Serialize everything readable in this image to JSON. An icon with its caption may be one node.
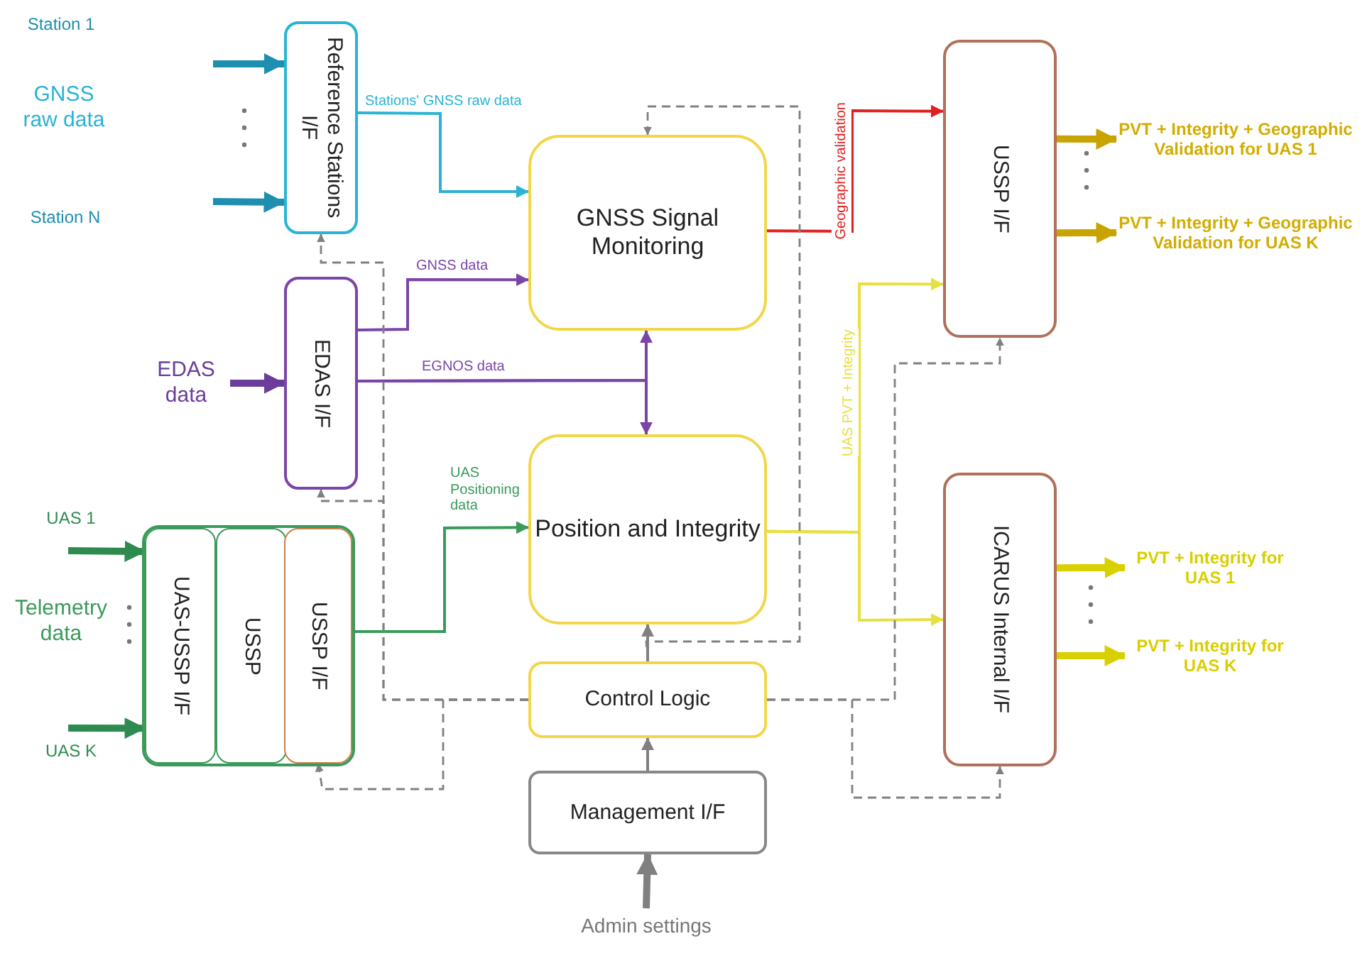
{
  "diagram": {
    "nodes": [
      {
        "text": [
          "Reference Stations I/F"
        ]
      },
      {
        "text": [
          "EDAS data"
        ]
      },
      {
        "text": [
          "EDAS I/F"
        ]
      },
      {
        "text": [
          "GNSS Signal Monitoring"
        ]
      },
      {
        "text": [
          "USSP I/F"
        ]
      },
      {
        "text": [
          "PVT + Integrity + Geographic Validation for UAS 1"
        ]
      },
      {
        "text": [
          "PVT + Integrity + Geographic Validation for UAS K"
        ]
      },
      {
        "text": [
          "Position and Integrity"
        ]
      },
      {
        "text": [],
        "shape": "box"
      },
      {
        "text": [
          "UAS-USSP I/F"
        ],
        "in": 8
      },
      {
        "text": [
          "USSP"
        ],
        "in": 8
      },
      {
        "text": [
          "USSP I/F"
        ],
        "in": 8
      },
      {
        "text": [
          "ICARUS Internal I/F"
        ]
      },
      {
        "text": [
          "PVT + Integrity for UAS 1"
        ]
      },
      {
        "text": [
          "PVT + Integrity for UAS K"
        ]
      },
      {
        "text": [
          "Control Logic"
        ]
      },
      {
        "text": [
          "Management I/F"
        ]
      },
      {
        "text": [
          "Admin settings"
        ]
      }
    ],
    "edges": [
      {
        "from": null,
        "to": 0,
        "arrow": "to",
        "style": "thick",
        "color": "#1f8fb0"
      },
      {
        "from": null,
        "to": 0,
        "arrow": "to",
        "style": "thick",
        "color": "#1f8fb0"
      },
      {
        "from": 0,
        "to": 3,
        "arrow": "to",
        "label": "Stations' GNSS raw data",
        "color": "#2ab3d6"
      },
      {
        "from": 1,
        "to": 2,
        "arrow": "to",
        "style": "thick",
        "color": "#6a3d9a"
      },
      {
        "from": 2,
        "to": 3,
        "arrow": "to",
        "label": "GNSS data",
        "color": "#7b45a8"
      },
      {
        "from": 2,
        "to": 3,
        "arrow": "to",
        "label": "EGNOS data",
        "color": "#7b45a8"
      },
      {
        "from": 2,
        "to": 7,
        "arrow": "to",
        "color": "#7b45a8"
      },
      {
        "from": null,
        "to": 9,
        "arrow": "to",
        "style": "thick",
        "color": "#2e8b50"
      },
      {
        "from": null,
        "to": 9,
        "arrow": "to",
        "style": "thick",
        "color": "#2e8b50"
      },
      {
        "from": 11,
        "to": 7,
        "arrow": "to",
        "label": "UAS Positioning data",
        "color": "#3a9a5a"
      },
      {
        "from": 3,
        "to": 4,
        "arrow": "to",
        "label": "Geographic validation",
        "color": "#e02020"
      },
      {
        "from": 7,
        "to": 4,
        "arrow": "to",
        "label": "UAS PVT + Integrity",
        "color": "#e6e040"
      },
      {
        "from": 7,
        "to": 12,
        "arrow": "to",
        "color": "#e6e040"
      },
      {
        "from": 4,
        "to": 5,
        "arrow": "to",
        "style": "thick",
        "color": "#c9a400"
      },
      {
        "from": 4,
        "to": 6,
        "arrow": "to",
        "style": "thick",
        "color": "#c9a400"
      },
      {
        "from": 12,
        "to": 13,
        "arrow": "to",
        "style": "thick",
        "color": "#d8d000"
      },
      {
        "from": 12,
        "to": 14,
        "arrow": "to",
        "style": "thick",
        "color": "#d8d000"
      },
      {
        "from": 17,
        "to": 16,
        "arrow": "to",
        "style": "thick"
      },
      {
        "from": 16,
        "to": 15,
        "arrow": "to"
      },
      {
        "from": 15,
        "to": 7,
        "arrow": "to"
      },
      {
        "from": 15,
        "to": 0,
        "arrow": "to",
        "style": "dashed"
      },
      {
        "from": 15,
        "to": 2,
        "arrow": "to",
        "style": "dashed"
      },
      {
        "from": 15,
        "to": 11,
        "arrow": "to",
        "style": "dashed"
      },
      {
        "from": 15,
        "to": 3,
        "arrow": "to",
        "style": "dashed"
      },
      {
        "from": 15,
        "to": 4,
        "arrow": "to",
        "style": "dashed"
      },
      {
        "from": 15,
        "to": 12,
        "arrow": "to",
        "style": "dashed"
      }
    ],
    "labels": [
      "Station 1",
      "GNSS raw data",
      "Station N",
      "UAS 1",
      "Telemetry data",
      "UAS K"
    ]
  }
}
